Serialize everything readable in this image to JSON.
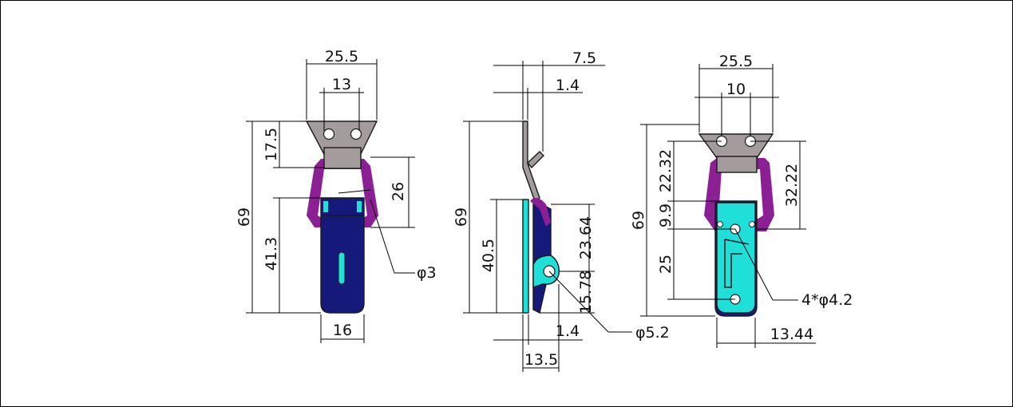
{
  "colors": {
    "plate": "#a49c9c",
    "hook": "#8b1f94",
    "body_front": "#15197a",
    "body_back": "#1ee0d8",
    "outline": "#1a1a1a",
    "dimension": "#000000"
  },
  "views": {
    "front": {
      "width_top": "25.5",
      "hole_spacing": "13",
      "plate_height": "17.5",
      "total_height": "69",
      "body_height": "41.3",
      "hook_reach": "26",
      "pin_diameter": "φ3",
      "body_width": "16"
    },
    "side": {
      "overall_depth": "7.5",
      "plate_thickness": "1.4",
      "total_height": "69",
      "base_height": "40.5",
      "upper_offset": "23.64",
      "lower_offset": "15.78",
      "hole_diameter": "φ5.2",
      "base_thickness": "1.4",
      "base_depth": "13.5"
    },
    "back": {
      "width_top": "25.5",
      "hole_spacing": "10",
      "hook_offset": "22.32",
      "body_top_offset": "32.22",
      "hole_row_offset": "9.9",
      "total_height": "69",
      "hole_spacing_vertical": "25",
      "hole_spec": "4*φ4.2",
      "body_width": "13.44"
    }
  }
}
